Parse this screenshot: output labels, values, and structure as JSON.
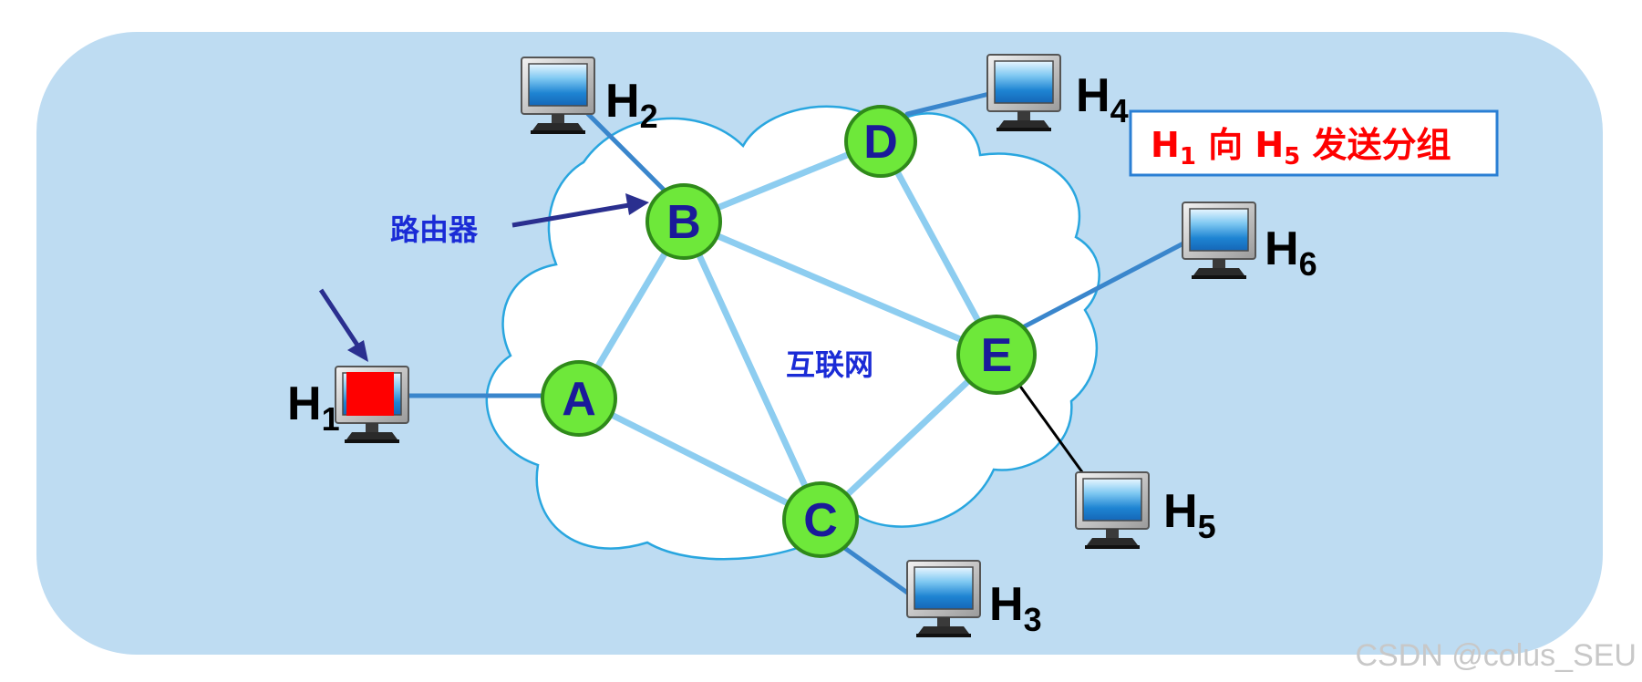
{
  "nodes": {
    "A": {
      "label": "A"
    },
    "B": {
      "label": "B"
    },
    "C": {
      "label": "C"
    },
    "D": {
      "label": "D"
    },
    "E": {
      "label": "E"
    }
  },
  "hosts": {
    "H1": {
      "main": "H",
      "sub": "1"
    },
    "H2": {
      "main": "H",
      "sub": "2"
    },
    "H3": {
      "main": "H",
      "sub": "3"
    },
    "H4": {
      "main": "H",
      "sub": "4"
    },
    "H5": {
      "main": "H",
      "sub": "5"
    },
    "H6": {
      "main": "H",
      "sub": "6"
    }
  },
  "labels": {
    "router": "路由器",
    "internet": "互联网"
  },
  "title_box": {
    "part1": "H",
    "sub1": "1",
    "part2": " 向 H",
    "sub2": "5",
    "part3": " 发送分组"
  },
  "watermark": "CSDN @colus_SEU",
  "colors": {
    "background_panel": "#bedcf2",
    "cloud_fill": "#ffffff",
    "cloud_stroke": "#29a6df",
    "inner_link": "#8dcdf0",
    "host_link": "#3a86cc",
    "router_fill": "#6ee83a",
    "router_stroke": "#2f8a1a",
    "router_text": "#1a1a9a",
    "packet": "#ff0000",
    "arrow": "#2a2f8f",
    "title_text": "#ff0000",
    "title_border": "#2a7fd4"
  }
}
